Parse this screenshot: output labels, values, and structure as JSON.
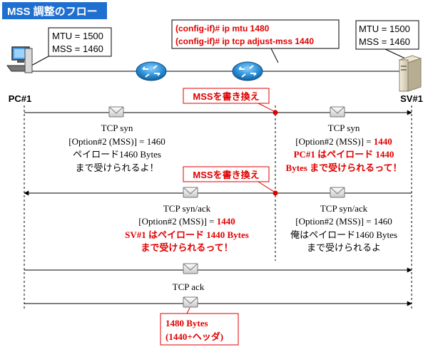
{
  "title": "MSS 調整のフロー",
  "colors": {
    "title_bg": "#1f6fd0",
    "accent_red": "#e00000",
    "router_blue": "#2a8fd6",
    "line": "#000000"
  },
  "pc": {
    "name": "PC#1",
    "mtu": "MTU = 1500",
    "mss": "MSS = 1460",
    "icon": "computer-icon"
  },
  "sv": {
    "name": "SV#1",
    "mtu": "MTU = 1500",
    "mss": "MSS = 1460",
    "icon": "server-icon"
  },
  "routers": [
    {
      "icon": "router-icon"
    },
    {
      "icon": "router-icon"
    }
  ],
  "config": {
    "line1": "(config-if)# ip mtu 1480",
    "line2": "(config-if)# ip tcp adjust-mss 1440"
  },
  "rewrite_callouts": [
    {
      "label": "MSSを書き換え"
    },
    {
      "label": "MSSを書き換え"
    }
  ],
  "syn": {
    "left": {
      "line1": "TCP syn",
      "line2": "[Option#2  (MSS)] = 1460",
      "line3": "ペイロード1460 Bytes",
      "line4": "まで受けられるよ！"
    },
    "right": {
      "line1": "TCP syn",
      "line2_prefix": "[Option#2  (MSS)] = ",
      "line2_value": "1440",
      "line3": "PC#1 はペイロード 1440",
      "line4": "Bytes まで受けられるって！"
    }
  },
  "synack": {
    "right": {
      "line1": "TCP syn/ack",
      "line2": "[Option#2  (MSS)] = 1460",
      "line3": "俺はペイロード1460 Bytes",
      "line4": "まで受けられるよ"
    },
    "left": {
      "line1": "TCP syn/ack",
      "line2_prefix": "[Option#2  (MSS)] = ",
      "line2_value": "1440",
      "line3": "SV#1 はペイロード 1440 Bytes",
      "line4": "まで受けられるって！"
    }
  },
  "ack": {
    "label": "TCP ack"
  },
  "data_box": {
    "line1": "1480 Bytes",
    "line2": "(1440+ヘッダ)"
  },
  "envelope_icon": "envelope-icon"
}
